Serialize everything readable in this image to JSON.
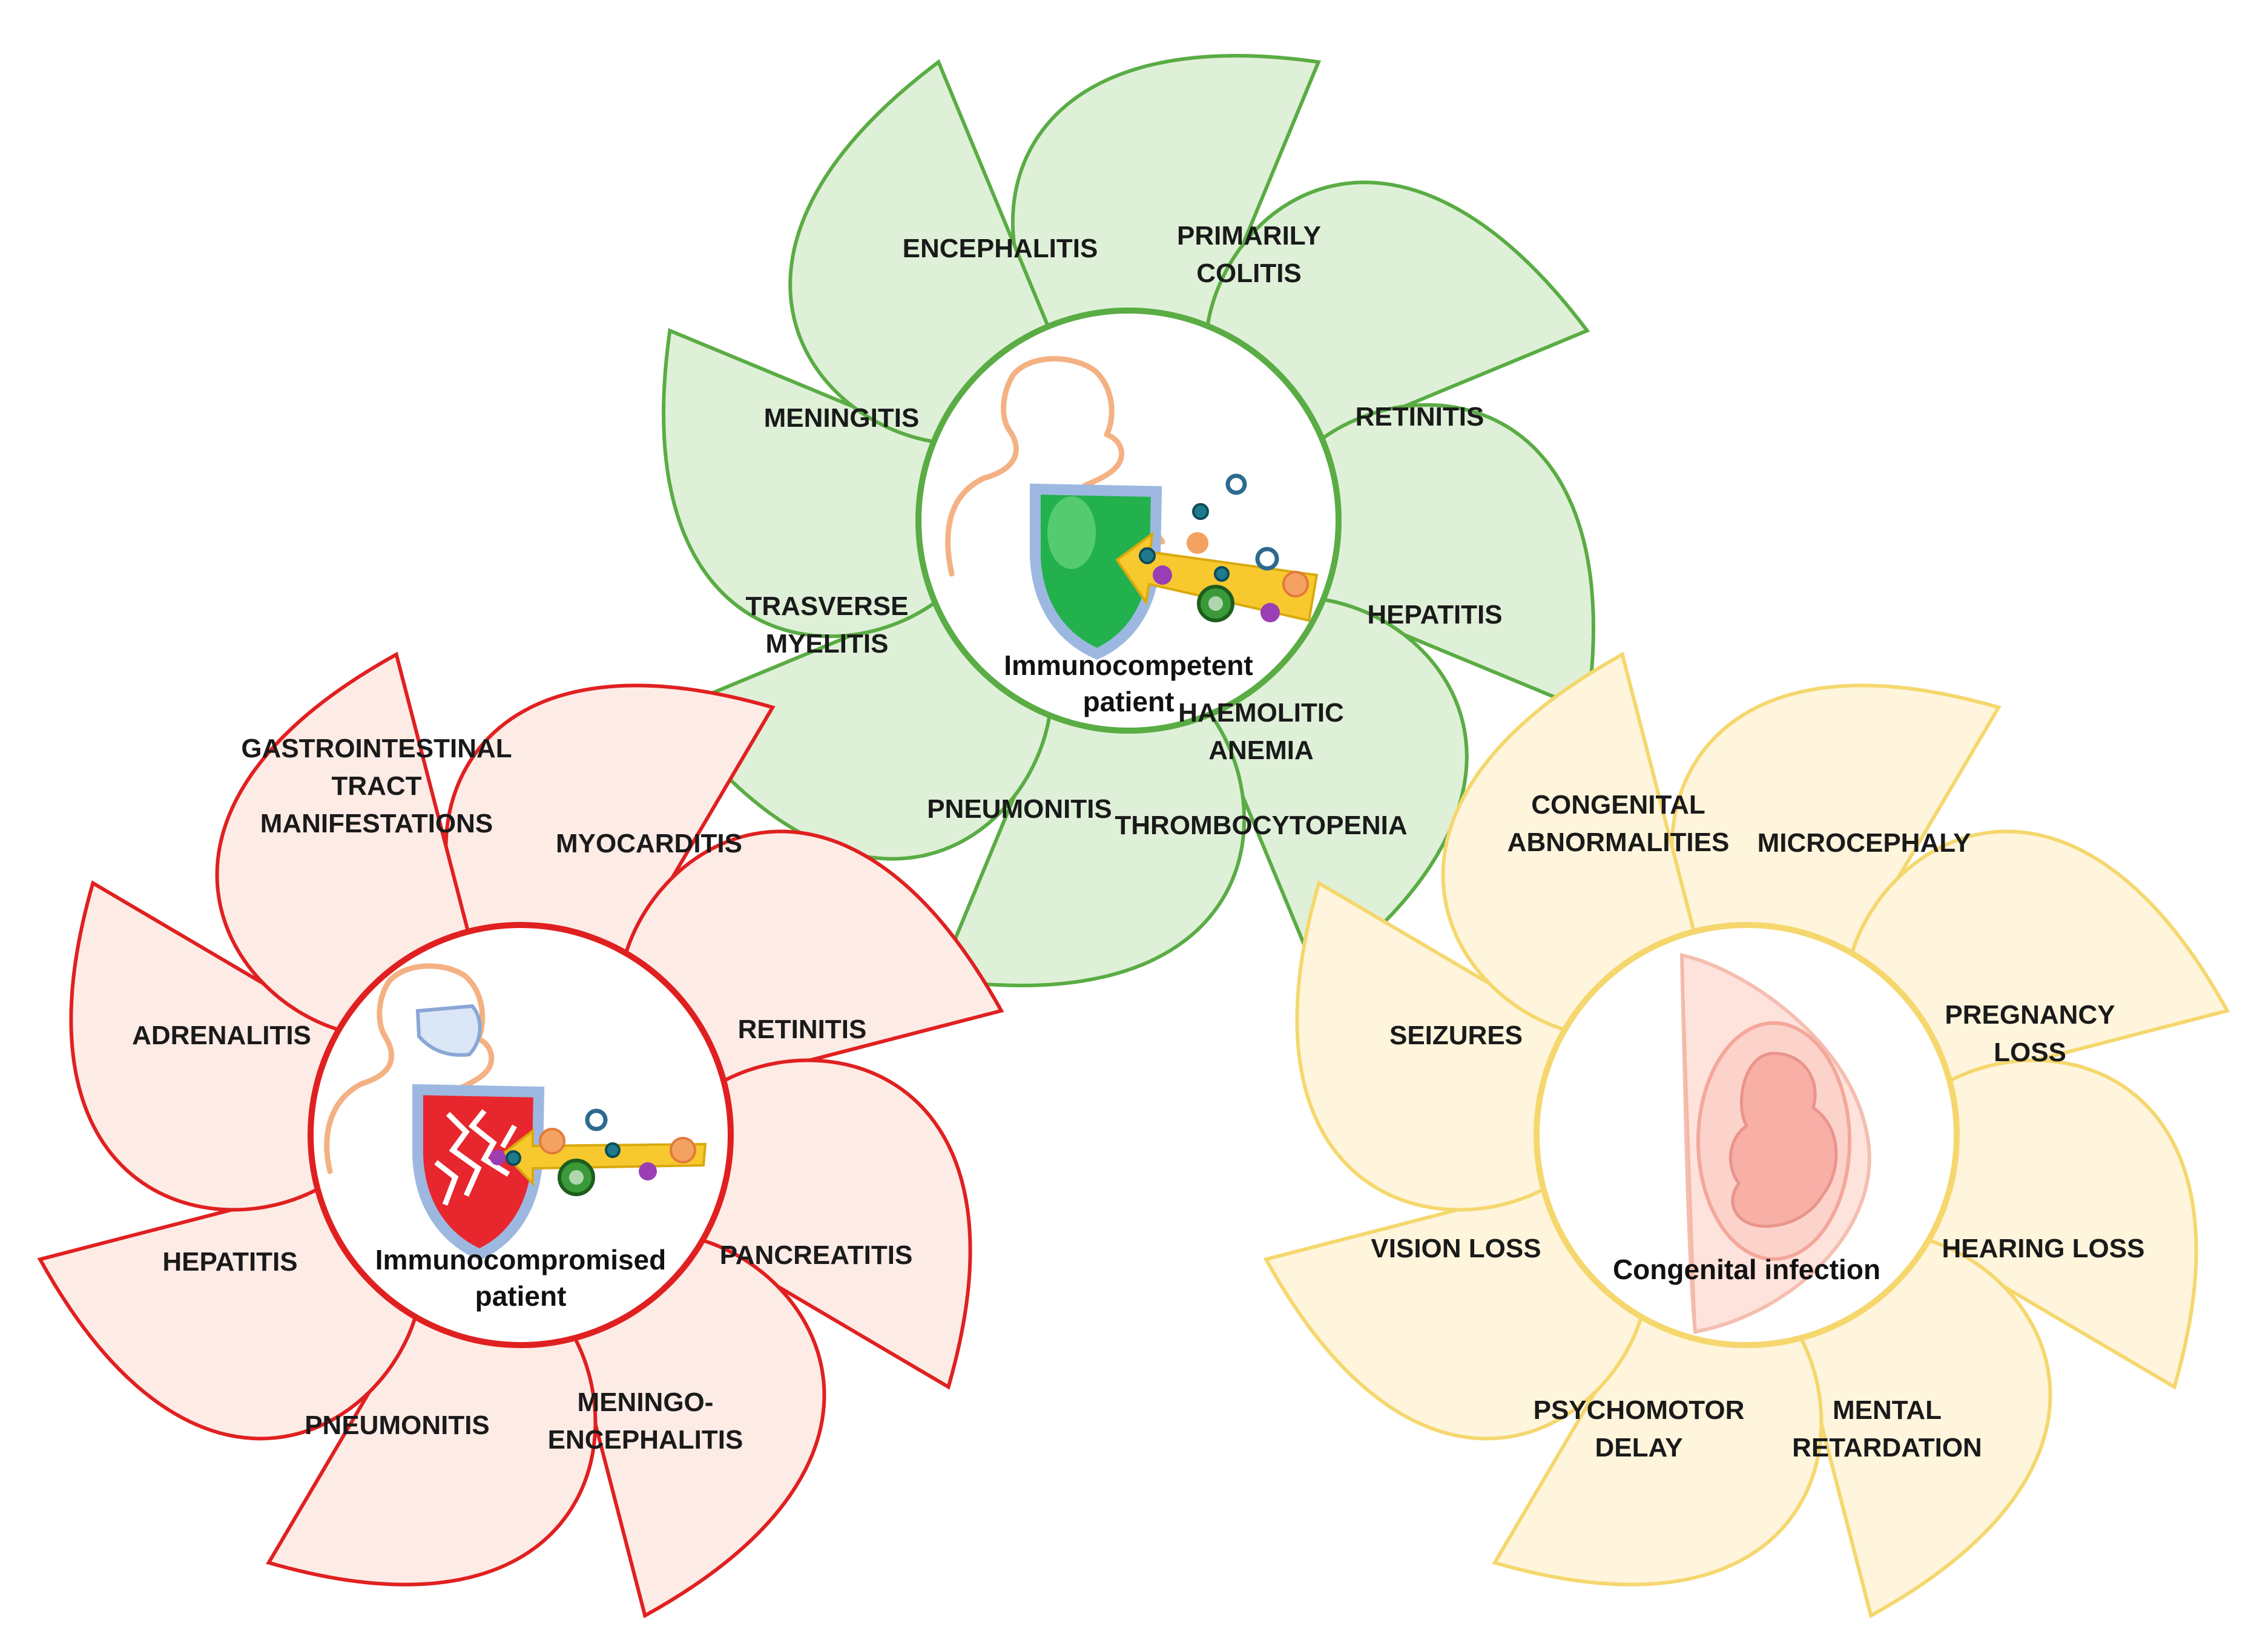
{
  "colors": {
    "green_fill": "#dff0d8",
    "green_stroke": "#5aac44",
    "red_fill": "#fdebe6",
    "red_stroke": "#e02020",
    "yellow_fill": "#fff5dc",
    "yellow_stroke": "#f5d76e",
    "shield_green": "#22b14c",
    "shield_red": "#e8262e",
    "shield_border": "#9db8e0",
    "arrow_yellow": "#f8c82f",
    "skin_outline": "#f4b183"
  },
  "flowers": [
    {
      "id": "immunocompetent",
      "center_lines": [
        "Immunocompetent",
        "patient"
      ],
      "petals": [
        {
          "lines": [
            "ENCEPHALITIS"
          ]
        },
        {
          "lines": [
            "PRIMARILY",
            "COLITIS"
          ]
        },
        {
          "lines": [
            "RETINITIS"
          ]
        },
        {
          "lines": [
            "HEPATITIS"
          ]
        },
        {
          "lines": [
            "HAEMOLITIC",
            "ANEMIA",
            "",
            "THROMBOCYTOPENIA"
          ]
        },
        {
          "lines": [
            "PNEUMONITIS"
          ]
        },
        {
          "lines": [
            "TRASVERSE",
            "MYELITIS"
          ]
        },
        {
          "lines": [
            "MENINGITIS"
          ]
        }
      ]
    },
    {
      "id": "immunocompromised",
      "center_lines": [
        "Immunocompromised",
        "patient"
      ],
      "petals": [
        {
          "lines": [
            "GASTROINTESTINAL",
            "TRACT",
            "MANIFESTATIONS"
          ]
        },
        {
          "lines": [
            "MYOCARDITIS"
          ]
        },
        {
          "lines": [
            "RETINITIS"
          ]
        },
        {
          "lines": [
            "PANCREATITIS"
          ]
        },
        {
          "lines": [
            "MENINGO-",
            "ENCEPHALITIS"
          ]
        },
        {
          "lines": [
            "PNEUMONITIS"
          ]
        },
        {
          "lines": [
            "HEPATITIS"
          ]
        },
        {
          "lines": [
            "ADRENALITIS"
          ]
        }
      ]
    },
    {
      "id": "congenital",
      "center_lines": [
        "Congenital infection"
      ],
      "petals": [
        {
          "lines": [
            "CONGENITAL",
            "ABNORMALITIES"
          ]
        },
        {
          "lines": [
            "MICROCEPHALY"
          ]
        },
        {
          "lines": [
            "PREGNANCY",
            "LOSS"
          ]
        },
        {
          "lines": [
            "HEARING LOSS"
          ]
        },
        {
          "lines": [
            "MENTAL",
            "RETARDATION"
          ]
        },
        {
          "lines": [
            "PSYCHOMOTOR",
            "DELAY"
          ]
        },
        {
          "lines": [
            "VISION LOSS"
          ]
        },
        {
          "lines": [
            "SEIZURES"
          ]
        }
      ]
    }
  ]
}
